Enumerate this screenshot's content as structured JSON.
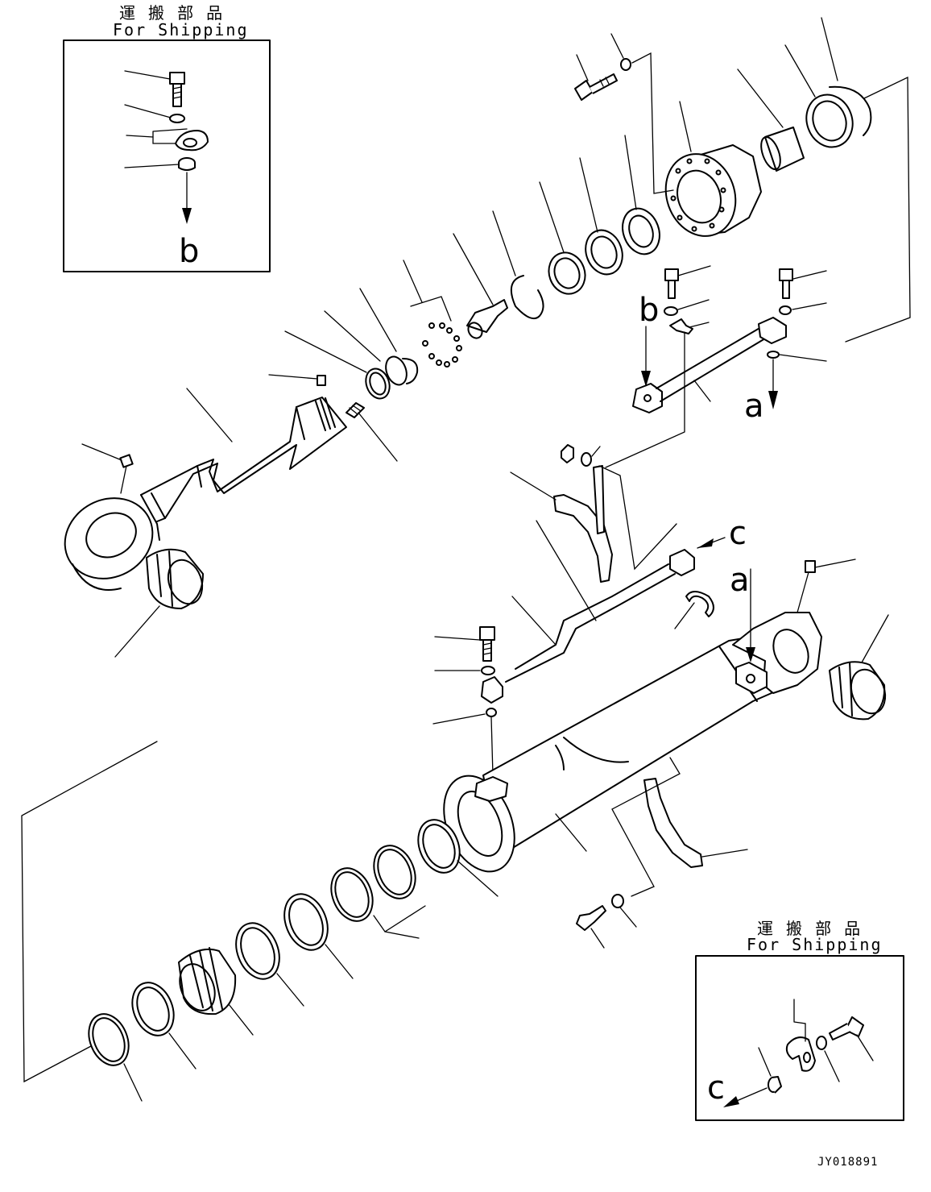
{
  "shipping_box_top": {
    "title_jp": "運 搬 部 品",
    "title_en": "For Shipping",
    "ref": "b"
  },
  "shipping_box_bottom": {
    "title_jp": "運 搬 部 品",
    "title_en": "For Shipping",
    "ref": "c"
  },
  "markers": {
    "a_upper": "a",
    "b_upper": "b",
    "c_hose": "c",
    "a_cylinder": "a"
  },
  "drawing_code": "JY018891"
}
